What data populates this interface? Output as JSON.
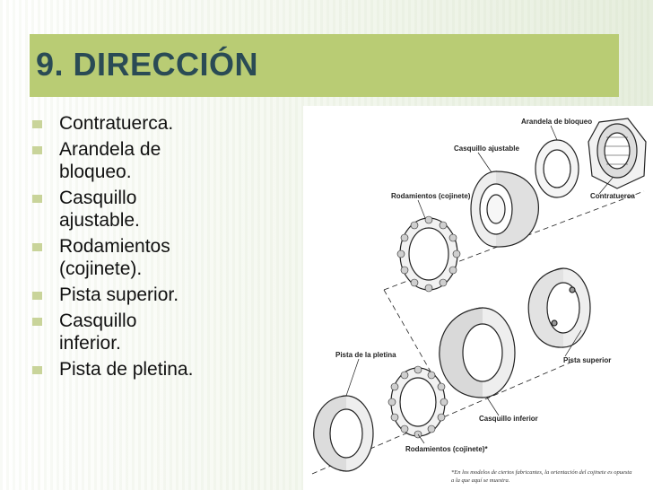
{
  "slide": {
    "title": "9. DIRECCIÓN",
    "bullets": [
      "Contratuerca.",
      "Arandela de bloqueo.",
      "Casquillo ajustable.",
      "Rodamientos (cojinete).",
      "Pista superior.",
      "Casquillo inferior.",
      "Pista de pletina."
    ]
  },
  "figure": {
    "labels": {
      "arandela": "Arandela de bloqueo",
      "casquillo_ajustable": "Casquillo ajustable",
      "rodamientos_top": "Rodamientos (cojinete)",
      "contratuerca": "Contratuerca",
      "pista_pletina": "Pista de la pletina",
      "pista_superior": "Pista superior",
      "casquillo_inferior": "Casquillo inferior",
      "rodamientos_bottom": "Rodamientos (cojinete)*"
    },
    "footnote_line1": "*En los modelos de ciertos fabricantes, la orientación del cojinete es opuesta",
    "footnote_line2": "a la que aquí se muestra."
  },
  "colors": {
    "title_bar": "#b9cc74",
    "title_text": "#2a4b55",
    "bullet_marker": "#c9d49a"
  }
}
